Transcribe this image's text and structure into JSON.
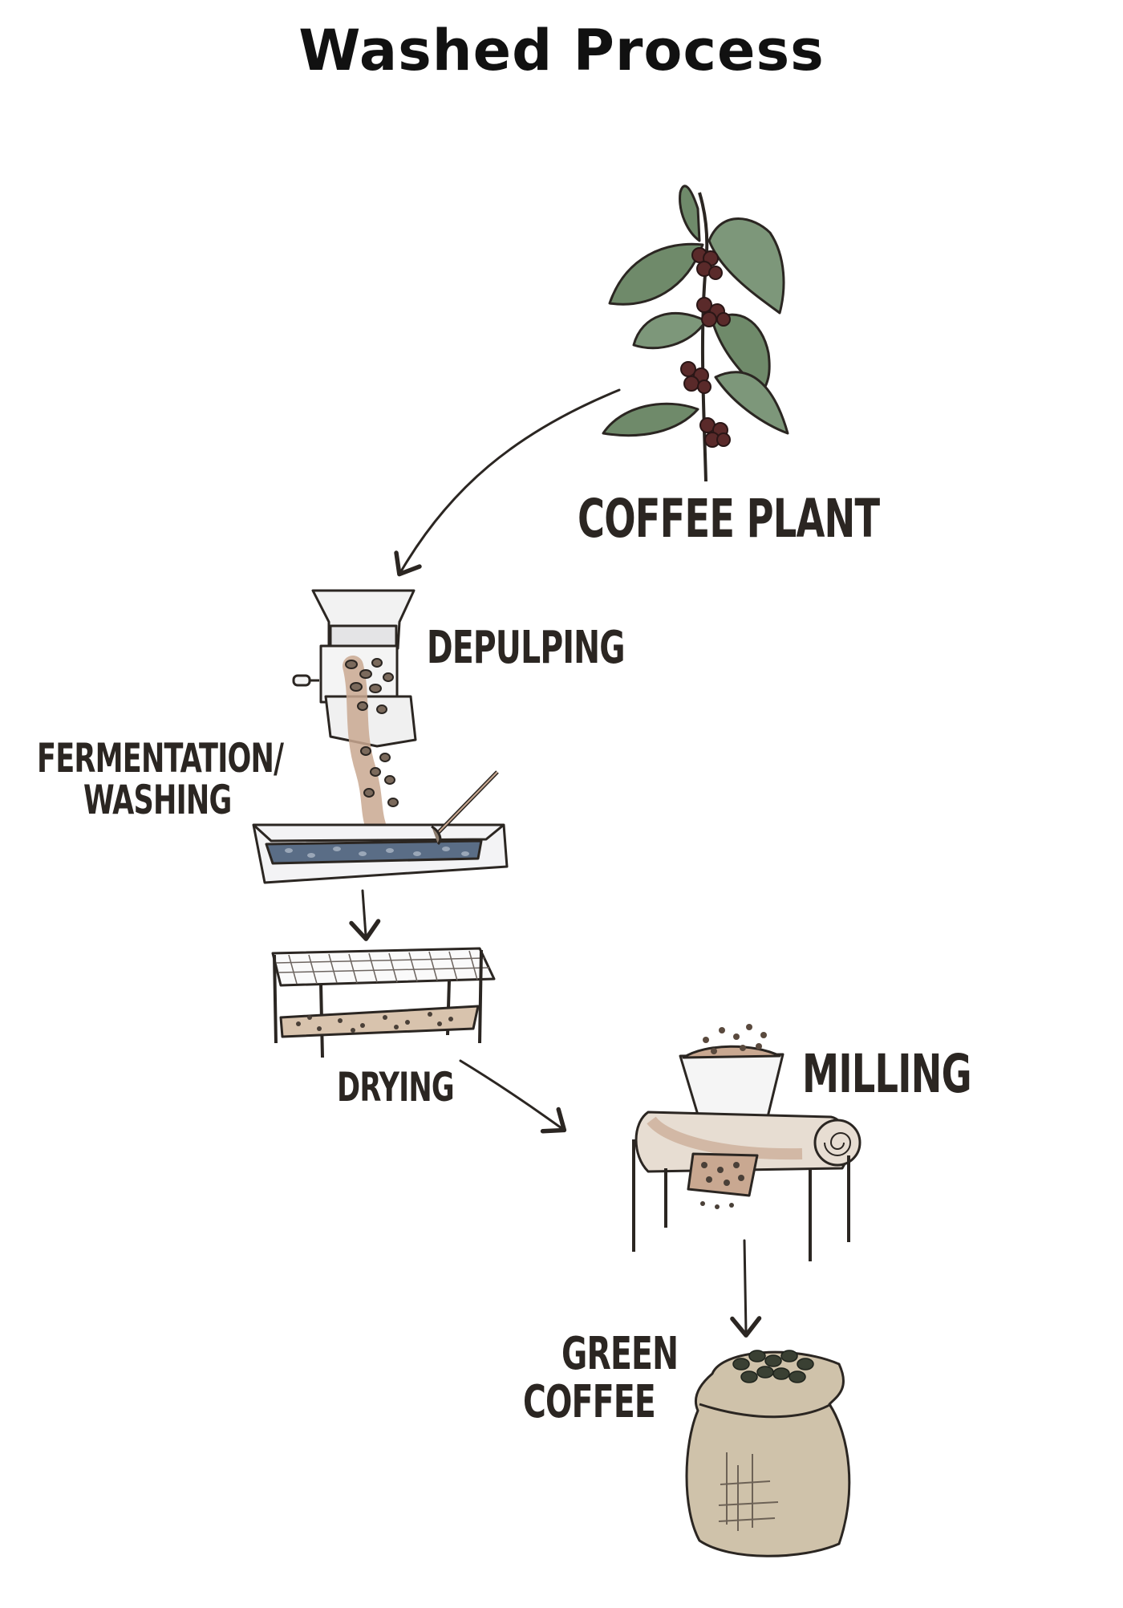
{
  "title": "Washed Process",
  "steps": {
    "coffee_plant": "COFFEE PLANT",
    "depulping": "DEPULPING",
    "fermentation_line1": "FERMENTATION/",
    "fermentation_line2": "WASHING",
    "drying": "DRYING",
    "milling": "MILLING",
    "green_coffee_line1": "GREEN",
    "green_coffee_line2": "COFFEE"
  },
  "colors": {
    "ink": "#2b2622",
    "leaf": "#6f8a6a",
    "berry": "#5a2a2a",
    "bean_pulp": "#c9a891",
    "water": "#5a6d86",
    "burlap": "#cfc2aa",
    "roller": "#e7ddd2"
  }
}
